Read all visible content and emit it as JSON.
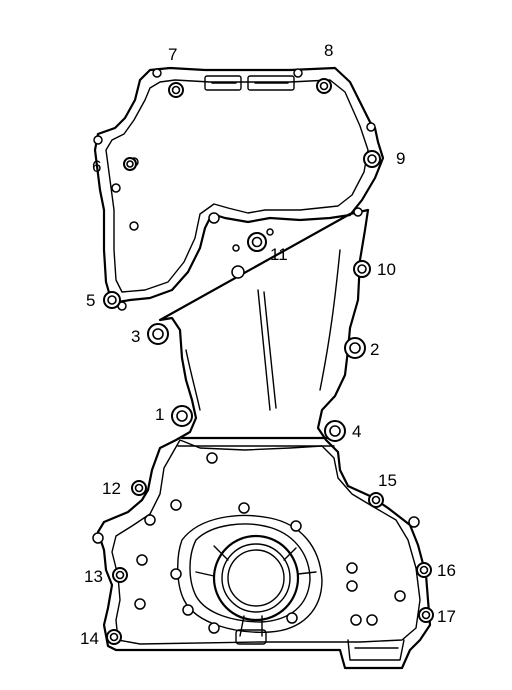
{
  "diagram": {
    "callouts": [
      {
        "number": "1"
      },
      {
        "number": "2"
      },
      {
        "number": "3"
      },
      {
        "number": "4"
      },
      {
        "number": "5"
      },
      {
        "number": "6"
      },
      {
        "number": "7"
      },
      {
        "number": "8"
      },
      {
        "number": "9"
      },
      {
        "number": "10"
      },
      {
        "number": "11"
      },
      {
        "number": "12"
      },
      {
        "number": "13"
      },
      {
        "number": "14"
      },
      {
        "number": "15"
      },
      {
        "number": "16"
      },
      {
        "number": "17"
      }
    ]
  }
}
